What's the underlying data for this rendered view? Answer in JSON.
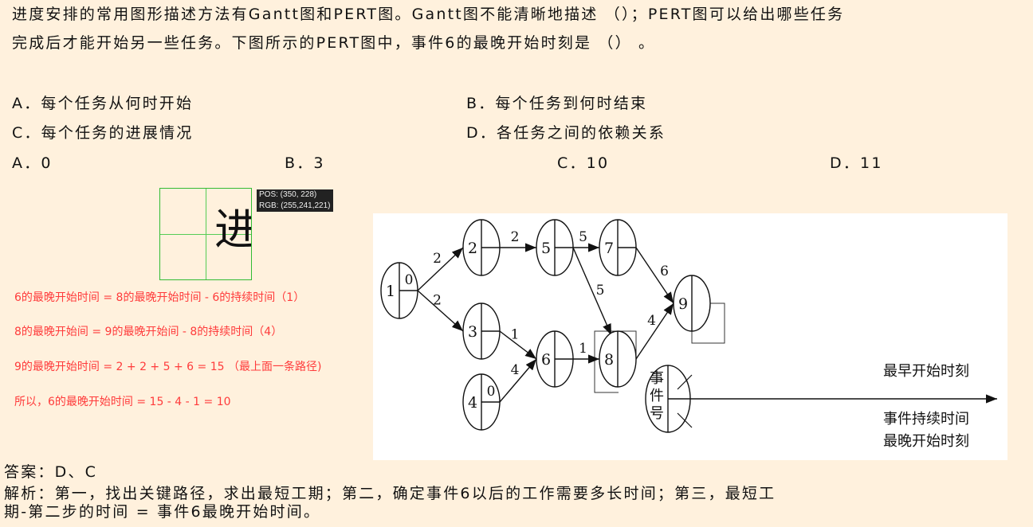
{
  "question": {
    "line1": "进度安排的常用图形描述方法有Gantt图和PERT图。Gantt图不能清晰地描述 （）；PERT图可以给出哪些任务",
    "line2": "完成后才能开始另一些任务。下图所示的PERT图中，事件6的最晚开始时刻是 （） 。",
    "options1": [
      "A．每个任务从何时开始",
      "B．每个任务到何时结束",
      "C．每个任务的进展情况",
      "D．各任务之间的依赖关系"
    ],
    "options2": [
      "A．0",
      "B．3",
      "C．10",
      "D．11"
    ]
  },
  "notes": [
    "6的最晚开始时间 = 8的最晚开始时间 - 6的持续时间（1）",
    "8的最晚开始间 = 9的最晚开始间 - 8的持续时间（4）",
    "9的最晚开始时间 = 2 + 2 + 5 + 6 = 15 （最上面一条路径)",
    "所以，6的最晚开始时间 = 15 - 4 - 1 = 10"
  ],
  "diagram": {
    "nodes": [
      "1",
      "2",
      "3",
      "4",
      "5",
      "6",
      "7",
      "8",
      "9"
    ],
    "node1_value": "0",
    "node4_value": "0",
    "edges": [
      [
        "1",
        "2",
        "2"
      ],
      [
        "1",
        "3",
        "2"
      ],
      [
        "2",
        "5",
        "2"
      ],
      [
        "5",
        "7",
        "5"
      ],
      [
        "5",
        "8",
        "5"
      ],
      [
        "7",
        "9",
        "6"
      ],
      [
        "3",
        "6",
        "1"
      ],
      [
        "4",
        "6",
        "4"
      ],
      [
        "6",
        "8",
        "1"
      ],
      [
        "8",
        "9",
        "4"
      ]
    ],
    "legend": {
      "event_label": [
        "事",
        "件",
        "号"
      ],
      "earliest": "最早开始时刻",
      "duration": "事件持续时间",
      "latest": "最晚开始时刻"
    }
  },
  "answer": {
    "line": "答案：D、C",
    "explain1": "解析：第一，找出关键路径，求出最短工期；第二，确定事件6以后的工作需要多长时间；第三，最短工",
    "explain2": "期-第二步的时间 = 事件6最晚开始时间。"
  },
  "magnifier": {
    "glyph": "进",
    "pos": "POS:  (350, 228)",
    "rgb": "RGB:  (255,241,221)"
  },
  "colors": {
    "background": "#FFF1DD",
    "note": "#ff3b3b"
  }
}
